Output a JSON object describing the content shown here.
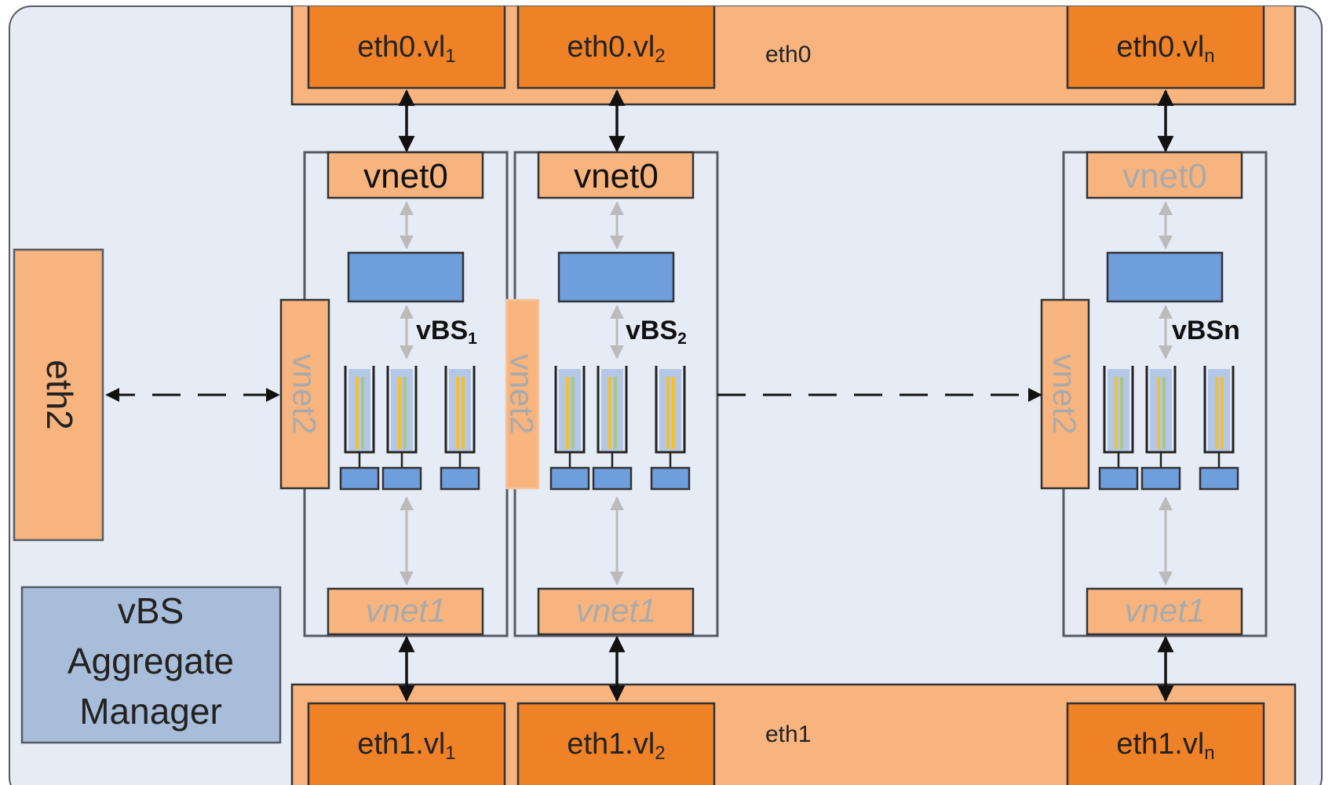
{
  "eth0": {
    "label": "eth0",
    "vlans": [
      {
        "base": "eth0.vl",
        "sub": "1"
      },
      {
        "base": "eth0.vl",
        "sub": "2"
      },
      {
        "base": "eth0.vl",
        "sub": "n"
      }
    ]
  },
  "eth1": {
    "label": "eth1",
    "vlans": [
      {
        "base": "eth1.vl",
        "sub": "1"
      },
      {
        "base": "eth1.vl",
        "sub": "2"
      },
      {
        "base": "eth1.vl",
        "sub": "n"
      }
    ]
  },
  "eth2": {
    "label": "eth2"
  },
  "manager": {
    "lines": [
      "vBS",
      "Aggregate",
      "Manager"
    ]
  },
  "vbs": [
    {
      "base": "vBS",
      "sub": "1",
      "vnet0": "vnet0",
      "vnet1": "vnet1",
      "vnet2": "vnet2"
    },
    {
      "base": "vBS",
      "sub": "2",
      "vnet0": "vnet0",
      "vnet1": "vnet1",
      "vnet2": "vnet2"
    },
    {
      "base": "vBSn",
      "sub": "",
      "vnet0": "vnet0",
      "vnet1": "vnet1",
      "vnet2": "vnet2"
    }
  ],
  "colors": {
    "background": "#e6ecf6",
    "outline": "#555a62",
    "eth_bar": "#f8b47f",
    "vlan_box": "#ef8227",
    "vnet_box": "#f8b47f",
    "switch_blue": "#6f9edc",
    "manager_box": "#a8bdd9",
    "arrow_dark": "#111111",
    "arrow_light": "#bbbbbb",
    "faded_text": "#aaaaaa",
    "queue_yellow": "#f3c12f",
    "queue_green": "#a9c784",
    "queue_blue": "#b4c7e6"
  }
}
